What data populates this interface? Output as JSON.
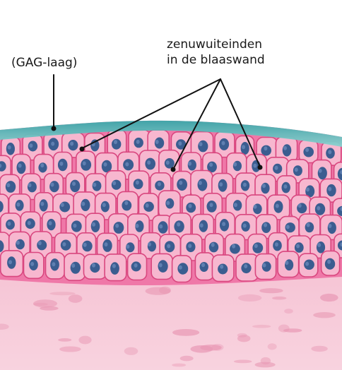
{
  "labels": {
    "gag_layer": "(GAG-laag)",
    "nerve_endings_line1": "zenuwuiteinden",
    "nerve_endings_line2": "in de blaaswand"
  },
  "colors": {
    "gag_layer": "#3aa6a8",
    "epithelium_bg": "#f27fae",
    "cell_fill": "#f7b7cf",
    "cell_border": "#d9477f",
    "nucleus": "#3b5d90",
    "nucleus_highlight": "#6f8fbf",
    "connective_tissue": "#f4b9cb",
    "connective_spot": "#e897b3",
    "leader_line": "#111111"
  },
  "icons": {
    "nerve_ending_marker": "dot-marker"
  }
}
